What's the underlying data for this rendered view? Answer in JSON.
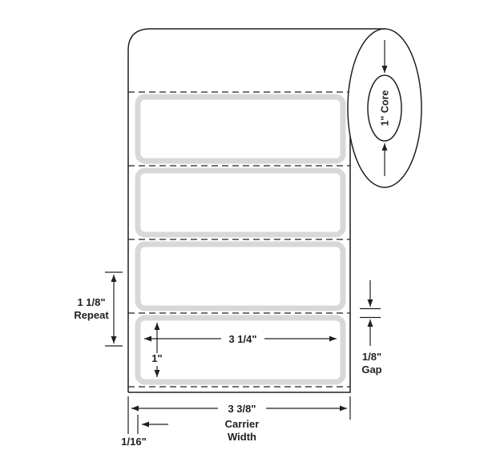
{
  "diagram": {
    "core": {
      "label": "1\" Core"
    },
    "repeat_dimension": {
      "value": "1 1/8\"",
      "caption": "Repeat"
    },
    "label_width_dimension": {
      "value": "3 1/4\""
    },
    "label_height_dimension": {
      "value": "1\""
    },
    "gap_dimension": {
      "value": "1/8\"",
      "caption": "Gap"
    },
    "carrier_width_dimension": {
      "value": "3 3/8\"",
      "caption_line1": "Carrier",
      "caption_line2": "Width"
    },
    "edge_margin_dimension": {
      "value": "1/16\""
    },
    "colors": {
      "line": "#231f20",
      "label_border": "#d8d8d8",
      "background": "#ffffff"
    }
  }
}
